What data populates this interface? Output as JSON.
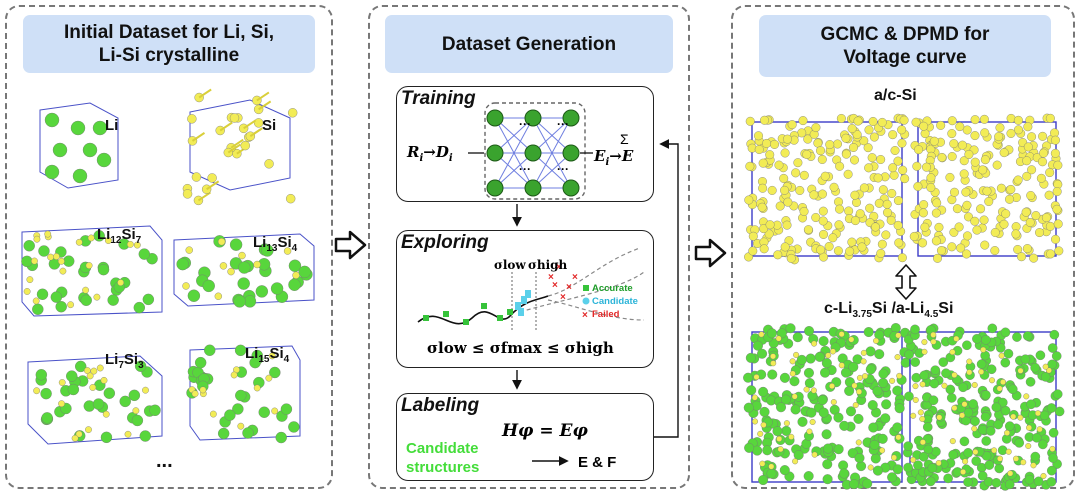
{
  "panels": {
    "left": {
      "title_line1": "Initial Dataset for Li, Si,",
      "title_line2": "Li-Si crystalline",
      "structures": {
        "li": "Li",
        "si": "Si",
        "li12si7": {
          "base1": "Li",
          "sub1": "12",
          "base2": "Si",
          "sub2": "7"
        },
        "li13si4": {
          "base1": "Li",
          "sub1": "13",
          "base2": "Si",
          "sub2": "4"
        },
        "li7si3": {
          "base1": "Li",
          "sub1": "7",
          "base2": "Si",
          "sub2": "3"
        },
        "li15si4": {
          "base1": "Li",
          "sub1": "15",
          "base2": "Si",
          "sub2": "4"
        }
      },
      "ellipsis": "..."
    },
    "middle": {
      "title": "Dataset Generation",
      "training": {
        "label": "Training",
        "input_R": "R",
        "input_D": "D",
        "sub_i": "i",
        "output_E": "E",
        "sum_symbol": "Σ",
        "output_total": "E",
        "hidden_dots": "···"
      },
      "exploring": {
        "label": "Exploring",
        "sigma_low": "σlow",
        "sigma_high": "σhigh",
        "legend_accurate": "Accurate",
        "legend_candidate": "Candidate",
        "legend_failed": "Failed",
        "criterion": "σlow ≤ σfmax ≤ σhigh"
      },
      "labeling": {
        "label": "Labeling",
        "equation": "Hφ = Eφ",
        "candidate_line1": "Candidate",
        "candidate_line2": "structures",
        "output": "E & F"
      }
    },
    "right": {
      "title_line1": "GCMC & DPMD for",
      "title_line2": "Voltage curve",
      "top_label": "a/c-Si",
      "bottom_label": {
        "p1": "c-Li",
        "s1": "3.75",
        "p2": "Si /a-Li",
        "s2": "4.5",
        "p3": "Si"
      }
    }
  },
  "colors": {
    "li_green": "#58d63c",
    "si_yellow": "#f2ec56",
    "header_bg": "#cfe0f7",
    "node_green": "#3aa32e",
    "candidate_cyan": "#5bd0ea",
    "failed_red": "#e22828",
    "candidate_text_green": "#44dd3a"
  }
}
